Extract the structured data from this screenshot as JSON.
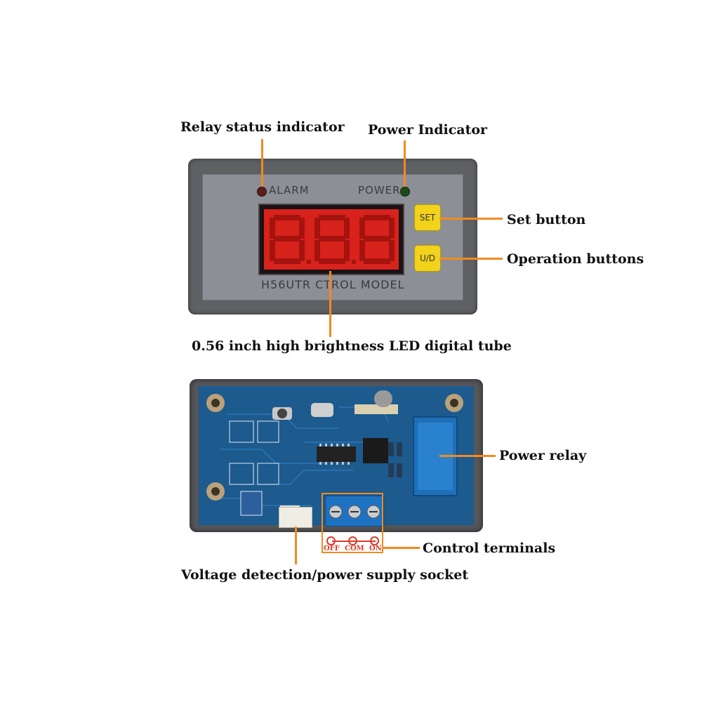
{
  "callouts": {
    "relay_status": "Relay status indicator",
    "power_indicator": "Power Indicator",
    "set_button": "Set button",
    "operation_buttons": "Operation buttons",
    "led_tube": "0.56 inch high brightness LED digital tube",
    "power_relay": "Power relay",
    "control_terminals": "Control terminals",
    "voltage_socket": "Voltage detection/power supply socket"
  },
  "panel": {
    "alarm_label": "ALARM",
    "power_label": "POWER",
    "set_label": "SET",
    "ud_label": "U/D",
    "model_label": "H56UTR CTROL MODEL"
  },
  "terminals": {
    "off": "OFF",
    "com": "COM",
    "on": "ON"
  },
  "colors": {
    "callout_line": "#f28a1f",
    "button_yellow": "#f2d21a",
    "led_red": "#e0241b",
    "pcb_blue": "#1d5a8e",
    "relay_blue": "#1f6fb8"
  }
}
